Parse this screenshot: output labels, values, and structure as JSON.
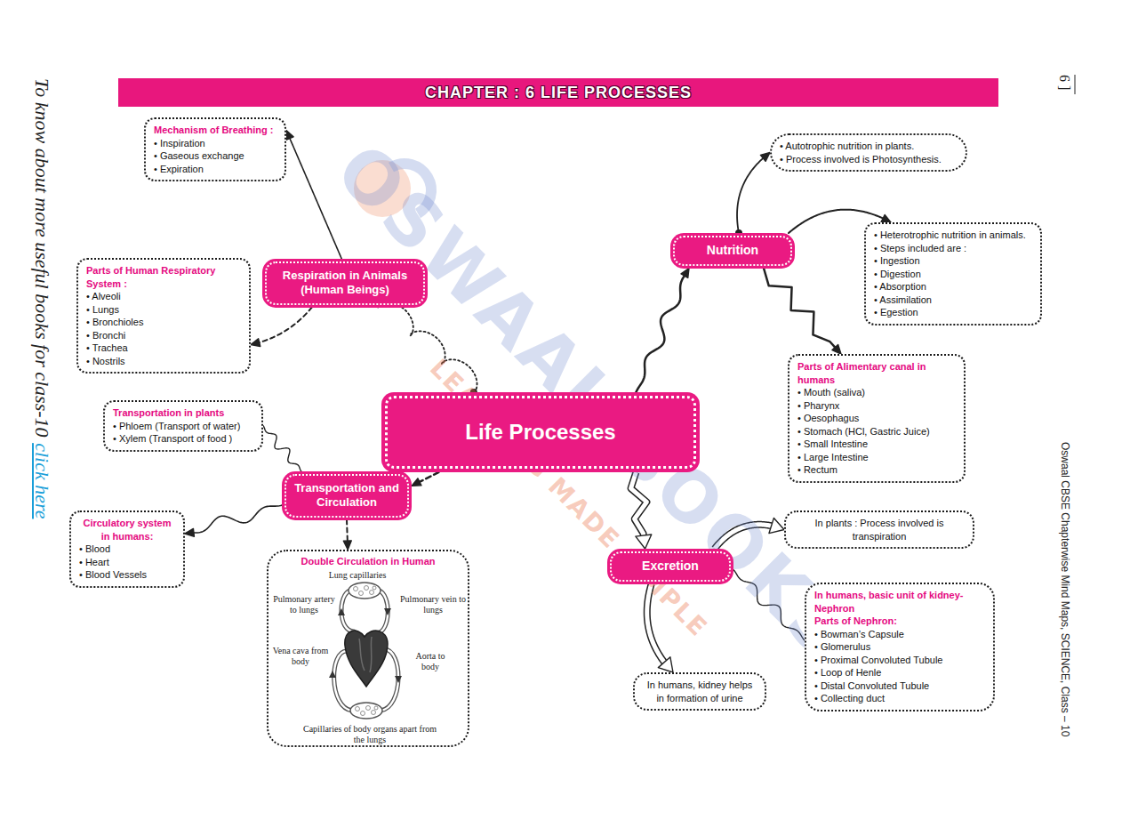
{
  "diagram": {
    "title": "CHAPTER : 6 LIFE PROCESSES",
    "nodes": [
      {
        "text": [
          "Mechanism of Breathing :",
          "• Inspiration",
          "• Gaseous exchange",
          "• Expiration"
        ]
      },
      {
        "text": [
          "Respiration in Animals (Human Beings)"
        ]
      },
      {
        "text": [
          "Parts of Human Respiratory System :",
          "• Alveoli",
          "• Lungs",
          "• Bronchioles",
          "• Bronchi",
          "• Trachea",
          "• Nostrils"
        ]
      },
      {
        "text": [
          "Nutrition"
        ]
      },
      {
        "text": [
          "• Autotrophic nutrition in plants.",
          "• Process involved is Photosynthesis."
        ]
      },
      {
        "text": [
          "• Heterotrophic nutrition in animals.",
          "• Steps included are :",
          "• Ingestion",
          "• Digestion",
          "• Absorption",
          "• Assimilation",
          "• Egestion"
        ]
      },
      {
        "text": [
          "Parts of Alimentary canal in humans",
          "• Mouth (saliva)",
          "• Pharynx",
          "• Oesophagus",
          "• Stomach (HCl, Gastric Juice)",
          "• Small Intestine",
          "• Large Intestine",
          "• Rectum"
        ]
      },
      {
        "text": [
          "Life Processes"
        ]
      },
      {
        "text": [
          "Transportation in plants",
          "• Phloem (Transport of water)",
          "• Xylem (Transport of food )"
        ]
      },
      {
        "text": [
          "Transportation and Circulation"
        ]
      },
      {
        "text": [
          "Circulatory system in humans:",
          "• Blood",
          "• Heart",
          "• Blood Vessels"
        ]
      },
      {
        "text": [
          "Double Circulation in Human"
        ]
      },
      {
        "text": [
          "Excretion"
        ]
      },
      {
        "text": [
          "In plants : Process involved is transpiration"
        ]
      },
      {
        "text": [
          "In humans, basic unit of kidney- Nephron",
          "Parts of Nephron:",
          "• Bowman’s Capsule",
          "• Glomerulus",
          "• Proximal Convoluted Tubule",
          "• Loop of Henle",
          "• Distal Convoluted Tubule",
          "• Collecting duct"
        ]
      },
      {
        "text": [
          "In humans, kidney helps in formation of urine"
        ]
      }
    ],
    "edges": [
      {
        "from": 1,
        "to": 0,
        "arrow": "to"
      },
      {
        "from": 1,
        "to": 2,
        "arrow": "to"
      },
      {
        "from": 7,
        "to": 1,
        "arrow": "none"
      },
      {
        "from": 7,
        "to": 3,
        "arrow": "to"
      },
      {
        "from": 3,
        "to": 4,
        "arrow": "to"
      },
      {
        "from": 3,
        "to": 5,
        "arrow": "to"
      },
      {
        "from": 3,
        "to": 6,
        "arrow": "to"
      },
      {
        "from": 7,
        "to": 9,
        "arrow": "to"
      },
      {
        "from": 9,
        "to": 8,
        "arrow": "none"
      },
      {
        "from": 9,
        "to": 10,
        "arrow": "to"
      },
      {
        "from": 9,
        "to": 11,
        "arrow": "to"
      },
      {
        "from": 7,
        "to": 12,
        "arrow": "to"
      },
      {
        "from": 12,
        "to": 13,
        "arrow": "to"
      },
      {
        "from": 12,
        "to": 15,
        "arrow": "to"
      },
      {
        "from": 12,
        "to": 14,
        "arrow": "none"
      }
    ],
    "labels": [
      "Lung capillaries",
      "Pulmonary artery to lungs",
      "Pulmonary vein to lungs",
      "Vena cava from body",
      "Aorta to body",
      "Capillaries of body organs apart from the lungs",
      "To know about more useful books for class-10",
      "click here",
      "6 ]",
      "Oswaal CBSE Chapterwise Mind Maps, SCIENCE, Class – 10",
      "OSWAAL BOOKS",
      "LEARNING MADE SIMPLE"
    ]
  }
}
